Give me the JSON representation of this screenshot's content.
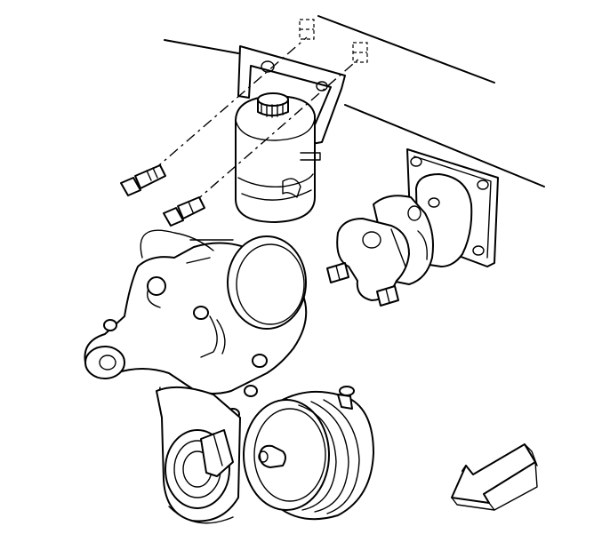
{
  "diagram": {
    "subject": "engine-accessory-mounting-exploded-view",
    "labels": [],
    "colors": {
      "line": "#000000",
      "background": "#ffffff",
      "arrow_fill": "#ffffff"
    },
    "components": [
      "reservoir-bracket",
      "fluid-reservoir",
      "reservoir-cap",
      "mounting-bolt-upper",
      "mounting-bolt-lower",
      "pump-mounting-plate",
      "vacuum-pump",
      "water-pump-housing",
      "crankshaft-pulley",
      "balancer",
      "direction-arrow"
    ]
  }
}
